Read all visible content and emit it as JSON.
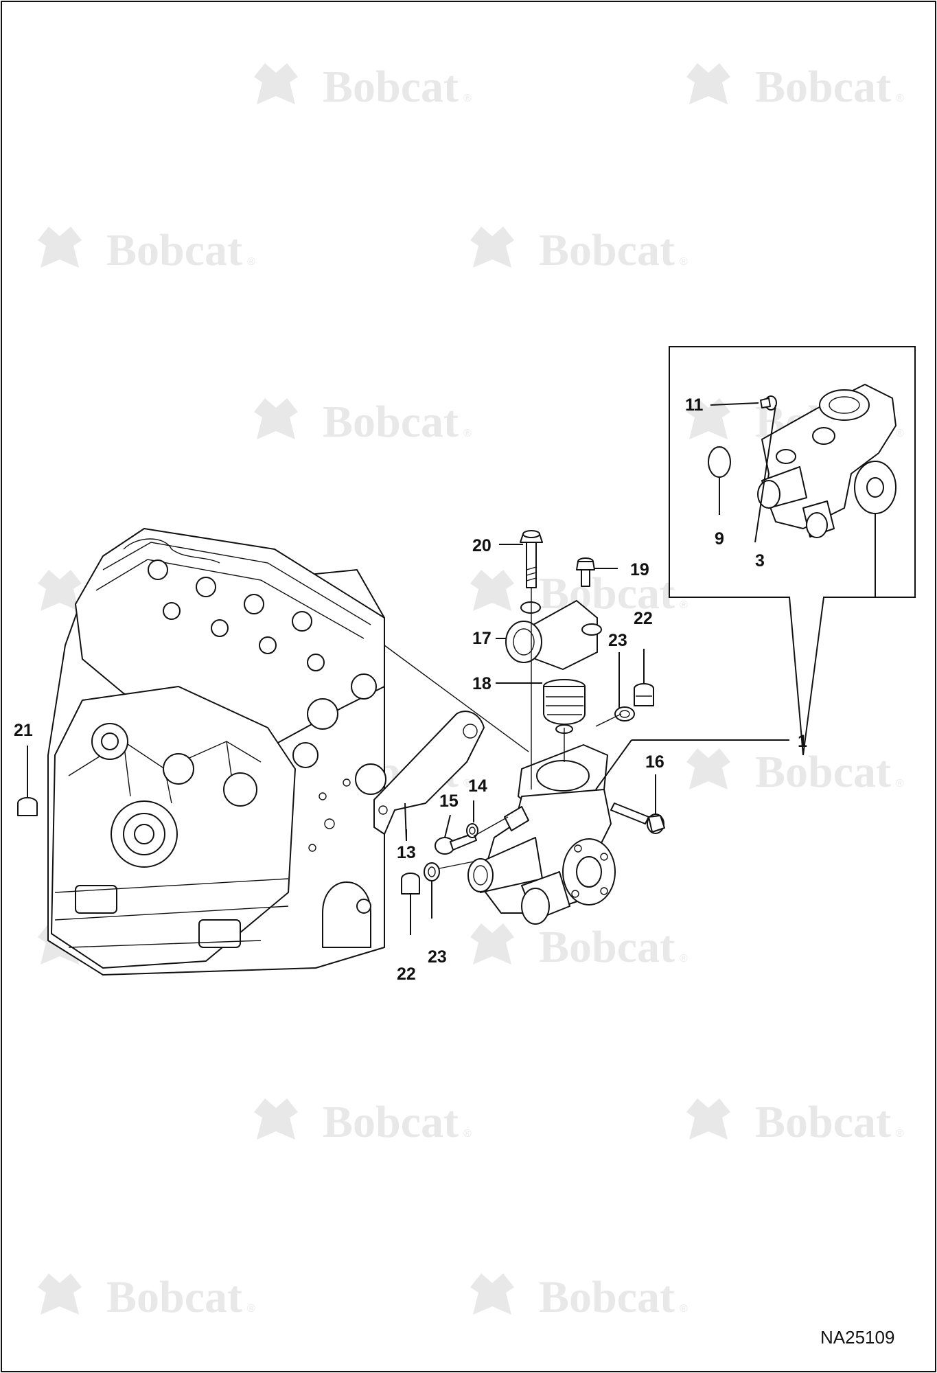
{
  "watermark": {
    "brand": "Bobcat",
    "reg_mark": "®"
  },
  "callouts": {
    "c1": "1",
    "c3": "3",
    "c9": "9",
    "c11": "11",
    "c13": "13",
    "c14": "14",
    "c15": "15",
    "c16": "16",
    "c17": "17",
    "c18": "18",
    "c19": "19",
    "c20": "20",
    "c21": "21",
    "c22a": "22",
    "c22b": "22",
    "c23a": "23",
    "c23b": "23"
  },
  "figure_code": "NA25109",
  "colors": {
    "line": "#111111",
    "watermark": "#e8e8e8",
    "background": "#ffffff"
  }
}
